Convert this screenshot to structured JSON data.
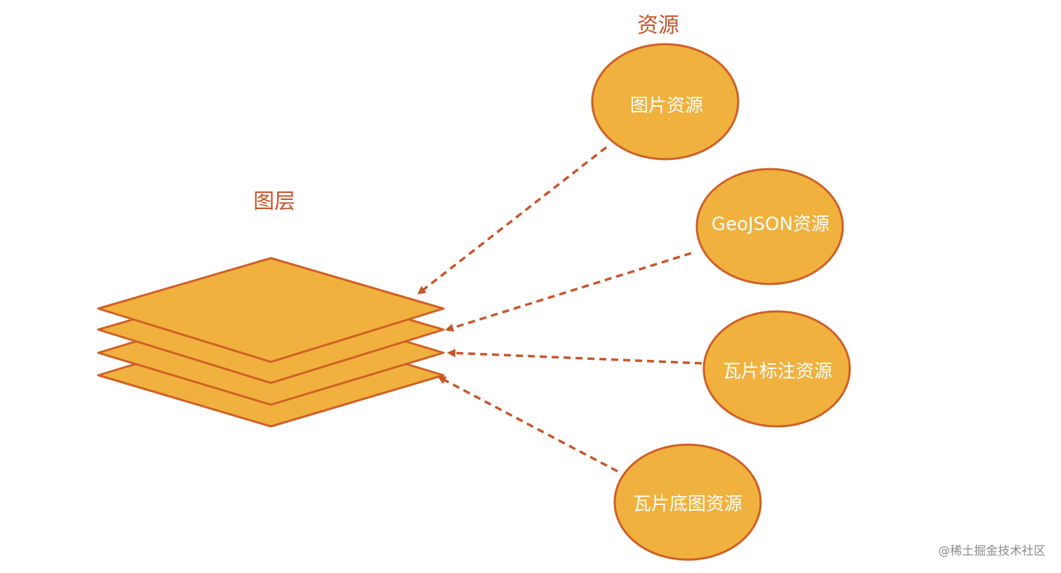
{
  "title_resources": "资源",
  "title_layers": "图层",
  "resources": [
    {
      "label": "图片资源"
    },
    {
      "label": "GeoJSON资源"
    },
    {
      "label": "瓦片标注资源"
    },
    {
      "label": "瓦片底图资源"
    }
  ],
  "watermark": "@稀土掘金技术社区",
  "colors": {
    "fill": "#f0b13e",
    "stroke": "#d05f26",
    "text_accent": "#c9542a",
    "node_text": "#ffffff"
  }
}
